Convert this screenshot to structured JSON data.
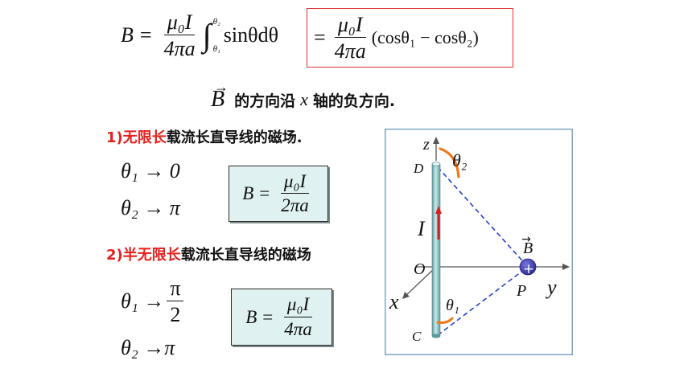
{
  "top_formula": {
    "lhs": "B",
    "eq": "=",
    "num": "μ₀I",
    "den": "4πa",
    "integral": "∫",
    "upper_limit": "θ₂",
    "lower_limit": "θ₁",
    "integrand": "sinθdθ"
  },
  "boxed_formula": {
    "eq": "=",
    "num": "μ₀I",
    "den": "4πa",
    "tail": "(cosθ₁ − cosθ₂)"
  },
  "direction_text": {
    "vector": "B",
    "text_before_x": "的方向沿",
    "axis": "x",
    "text_after_x": "轴的负方向."
  },
  "section1": {
    "title_red": "1)无限长",
    "title_black": "载流长直导线的磁场.",
    "cond1": "θ₁ → 0",
    "cond2": "θ₂ → π",
    "result_lhs": "B",
    "result_eq": "=",
    "result_num": "μ₀I",
    "result_den": "2πa"
  },
  "section2": {
    "title_red": "2)半无限长",
    "title_black": "载流长直导线的磁场",
    "cond1_lhs": "θ₁ →",
    "cond1_num": "π",
    "cond1_den": "2",
    "cond2": "θ₂ →π",
    "result_lhs": "B",
    "result_eq": "=",
    "result_num": "μ₀I",
    "result_den": "4πa"
  },
  "diagram": {
    "label_z": "z",
    "label_D": "D",
    "label_theta2": "θ₂",
    "label_I": "I",
    "label_O": "O",
    "label_x": "x",
    "label_theta1": "θ₁",
    "label_C": "C",
    "label_B": "B",
    "label_plus": "+",
    "label_P": "P",
    "label_y": "y",
    "colors": {
      "frame": "#7fa6c0",
      "wire": "#7fb6b8",
      "dashed": "#2a3fd1",
      "arc": "#f07a1a",
      "current_arrow": "#d81e1e",
      "point": "#3d3aa8"
    }
  },
  "colors": {
    "highlight_red": "#e8201c",
    "box_fill": "#dff1f1"
  }
}
